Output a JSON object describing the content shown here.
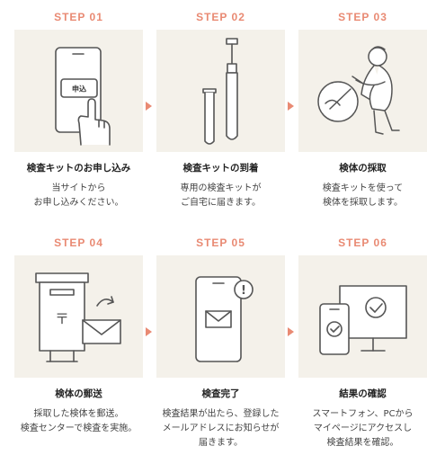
{
  "steps": [
    {
      "label": "STEP 01",
      "title": "検査キットのお申し込み",
      "desc": [
        "当サイトから",
        "お申し込みください。"
      ],
      "button_text": "申込"
    },
    {
      "label": "STEP 02",
      "title": "検査キットの到着",
      "desc": [
        "専用の検査キットが",
        "ご自宅に届きます。"
      ]
    },
    {
      "label": "STEP 03",
      "title": "検体の採取",
      "desc": [
        "検査キットを使って",
        "検体を採取します。"
      ]
    },
    {
      "label": "STEP 04",
      "title": "検体の郵送",
      "desc": [
        "採取した検体を郵送。",
        "検査センターで検査を実施。"
      ],
      "mailbox_mark": "〒"
    },
    {
      "label": "STEP 05",
      "title": "検査完了",
      "desc": [
        "検査結果が出たら、登録した",
        "メールアドレスにお知らせが",
        "届きます。"
      ],
      "alert_mark": "!"
    },
    {
      "label": "STEP 06",
      "title": "結果の確認",
      "desc": [
        "スマートフォン、PCから",
        "マイページにアクセスし",
        "検査結果を確認。"
      ]
    }
  ],
  "colors": {
    "accent": "#e98a73",
    "card_bg": "#f4f1ea",
    "line": "#555555"
  }
}
